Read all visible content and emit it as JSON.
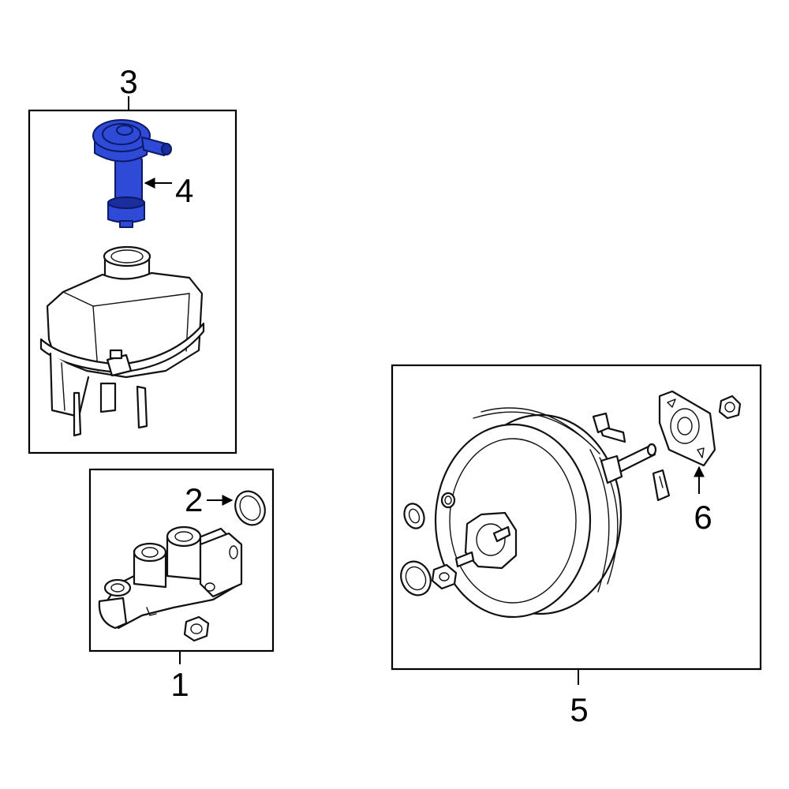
{
  "colors": {
    "highlight": "#2f4ad6",
    "highlight_dark": "#1c2e9e",
    "line": "#111111",
    "background": "#ffffff"
  },
  "callouts": {
    "c1": "1",
    "c2": "2",
    "c3": "3",
    "c4": "4",
    "c5": "5",
    "c6": "6"
  }
}
